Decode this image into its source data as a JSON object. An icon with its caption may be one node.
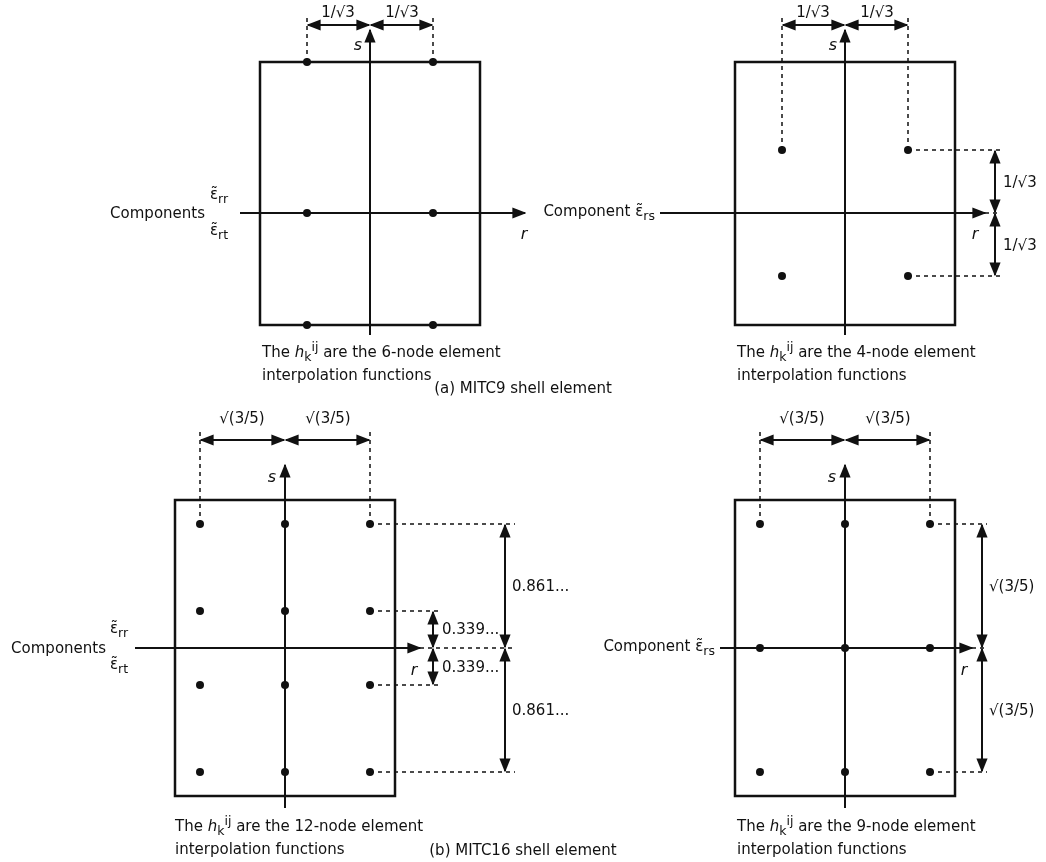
{
  "diagram": {
    "labels": [
      "1/√3",
      "1/√3",
      "1/√3",
      "1/√3",
      "s",
      "s",
      "Components",
      "ε̃$_{rr}$",
      "r",
      "Component ε̃$_{rs}$",
      "1/√3",
      "r",
      "ε̃$_{rt}$",
      "1/√3",
      "The *h*$_{k}$$^{ij}$ are the 6-node element interpolation functions",
      "The *h*$_{k}$$^{ij}$ are the 4-node element interpolation functions",
      "(a) MITC9 shell element",
      "√(3/5)",
      "√(3/5)",
      "√(3/5)",
      "√(3/5)",
      "s",
      "s",
      "0.861...",
      "√(3/5)",
      "0.339...",
      "Components",
      "ε̃$_{rr}$",
      "Component ε̃$_{rs}$",
      "r",
      "r",
      "ε̃$_{rt}$",
      "0.339...",
      "0.861...",
      "√(3/5)",
      "The *h*$_{k}$$^{ij}$ are the 12-node element interpolation functions",
      "The *h*$_{k}$$^{ij}$ are the 9-node element interpolation functions",
      "(b) MITC16 shell element"
    ]
  }
}
